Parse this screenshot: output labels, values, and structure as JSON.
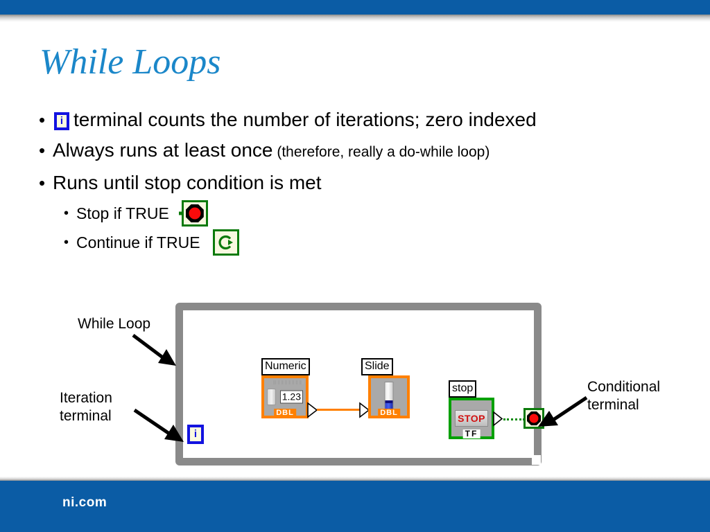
{
  "slide": {
    "title": "While Loops",
    "title_color": "#1b87c9",
    "background": "#ffffff",
    "chrome_color": "#0b5ca5"
  },
  "footer": {
    "text": "ni.com"
  },
  "bullets": [
    {
      "marker": "•",
      "icon": "iteration-terminal-icon",
      "icon_letter": "i",
      "text": "terminal counts the number of  iterations; zero indexed"
    },
    {
      "marker": "•",
      "text": "Always runs at least once",
      "note": " (therefore, really a do-while loop)"
    },
    {
      "marker": "•",
      "text": "Runs until stop condition is met"
    }
  ],
  "sub_bullets": [
    {
      "marker": "•",
      "label": "Stop if TRUE",
      "icon": "stop-if-true-icon"
    },
    {
      "marker": "•",
      "label": "Continue if TRUE",
      "icon": "continue-if-true-icon"
    }
  ],
  "diagram": {
    "nodes": {
      "numeric": {
        "caption": "Numeric",
        "value": "1.23",
        "datatype": "DBL"
      },
      "slide": {
        "caption": "Slide",
        "datatype": "DBL"
      },
      "stop": {
        "caption": "stop",
        "button_label": "STOP",
        "datatype": "TF"
      }
    },
    "iteration_terminal": {
      "letter": "i"
    },
    "wire_colors": {
      "numeric_to_slide": "#ff8000",
      "stop_to_conditional": "#0b8a0b",
      "loop_border": "#8a8a8a"
    }
  },
  "callouts": [
    {
      "text": "While Loop"
    },
    {
      "text": "Iteration\nterminal"
    },
    {
      "text": "Conditional\nterminal"
    }
  ]
}
